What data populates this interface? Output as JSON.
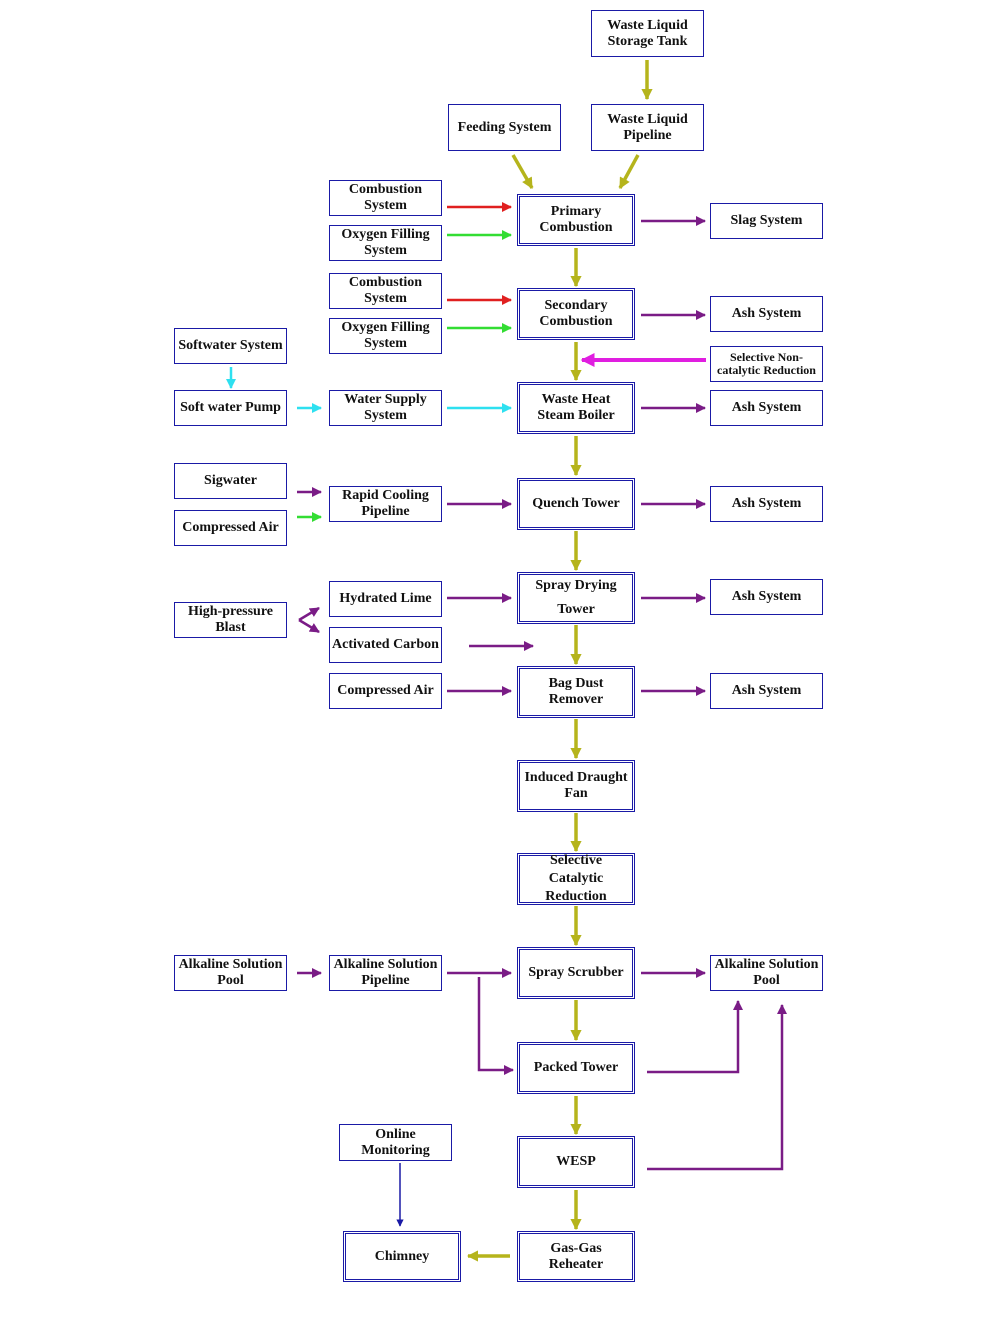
{
  "colors": {
    "box_border": "#1a1aa6",
    "flow": "#b5b41c",
    "combustion_air": "#e02020",
    "oxygen": "#33dd33",
    "water": "#2ee0f0",
    "reagent": "#7a1c86",
    "sncr": "#e01ee0",
    "monitor": "#1a1aa6"
  },
  "boxes": {
    "waste_liquid_storage_tank": "Waste Liquid Storage Tank",
    "feeding_system": "Feeding System",
    "waste_liquid_pipeline": "Waste Liquid Pipeline",
    "combustion_system_1": "Combustion System",
    "oxygen_filling_system_1": "Oxygen Filling System",
    "primary_combustion": "Primary Combustion",
    "slag_system": "Slag System",
    "combustion_system_2": "Combustion System",
    "oxygen_filling_system_2": "Oxygen Filling System",
    "secondary_combustion": "Secondary Combustion",
    "ash_system_1": "Ash System",
    "softwater_system": "Softwater System",
    "sncr": "Selective Non-catalytic Reduction",
    "soft_water_pump": "Soft water Pump",
    "water_supply_system": "Water Supply System",
    "waste_heat_steam_boiler": "Waste Heat Steam Boiler",
    "ash_system_2": "Ash System",
    "sigwater": "Sigwater",
    "rapid_cooling_pipeline": "Rapid Cooling Pipeline",
    "quench_tower": "Quench Tower",
    "ash_system_3": "Ash System",
    "compressed_air_1": "Compressed Air",
    "hydrated_lime": "Hydrated Lime",
    "spray_drying_tower": "Spray Drying Tower",
    "ash_system_4": "Ash System",
    "high_pressure_blast": "High-pressure Blast",
    "activated_carbon": "Activated Carbon",
    "compressed_air_2": "Compressed Air",
    "bag_dust_remover": "Bag Dust Remover",
    "ash_system_5": "Ash System",
    "induced_draught_fan": "Induced Draught Fan",
    "scr": "Selective Catalytic Reduction",
    "alkaline_solution_pool_left": "Alkaline Solution Pool",
    "alkaline_solution_pipeline": "Alkaline Solution Pipeline",
    "spray_scrubber": "Spray Scrubber",
    "alkaline_solution_pool_right": "Alkaline Solution Pool",
    "packed_tower": "Packed Tower",
    "online_monitoring": "Online Monitoring",
    "wesp": "WESP",
    "chimney": "Chimney",
    "gas_gas_reheater": "Gas-Gas Reheater"
  }
}
